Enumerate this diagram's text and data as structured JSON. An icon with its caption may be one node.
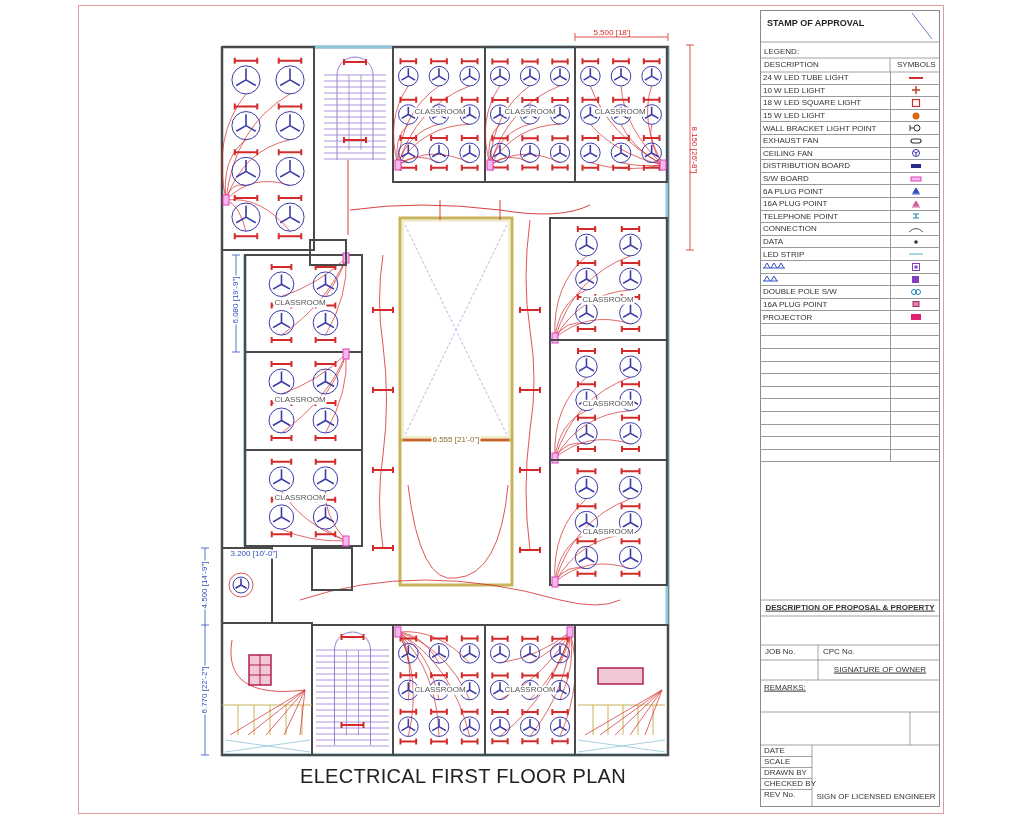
{
  "diagram": {
    "title": "ELECTRICAL FIRST FLOOR PLAN",
    "labels": [
      "STAMP OF APPROVAL",
      "LEGEND:",
      "DESCRIPTION",
      "SYMBOLS",
      "5.500 [18']",
      "8.150 [26'-8\"]",
      "CLASSROOM",
      "CLASSROOM",
      "CLASSROOM",
      "6.080 [19'-9\"]",
      "CLASSROOM",
      "CLASSROOM",
      "CLASSROOM",
      "CLASSROOM",
      "CLASSROOM",
      "6.555 [21'-0\"]",
      "CLASSROOM",
      "3.200 [10'-0\"]",
      "4.500 [14'-9\"]",
      "6.770 [22'-2\"]",
      "CLASSROOM",
      "CLASSROOM",
      "DESCRIPTION OF PROPOSAL & PROPERTY",
      "JOB No.",
      "CPC No.",
      "SIGNATURE OF OWNER",
      "REMARKS:",
      "DATE",
      "SCALE",
      "DRAWN BY",
      "CHECKED BY",
      "REV No.",
      "SIGN OF LICENSED ENGINEER"
    ],
    "legend": [
      {
        "text": "24 W LED TUBE LIGHT"
      },
      {
        "text": "10 W LED LIGHT"
      },
      {
        "text": "18 W LED SQUARE LIGHT"
      },
      {
        "text": "15 W LED LIGHT"
      },
      {
        "text": "WALL BRACKET LIGHT POINT"
      },
      {
        "text": "EXHAUST FAN"
      },
      {
        "text": "CEILING FAN"
      },
      {
        "text": "DISTRIBUTION BOARD"
      },
      {
        "text": "S/W BOARD"
      },
      {
        "text": "6A PLUG POINT"
      },
      {
        "text": "16A PLUG POINT"
      },
      {
        "text": "TELEPHONE POINT"
      },
      {
        "text": "CONNECTION"
      },
      {
        "text": "DATA"
      },
      {
        "text": "LED STRIP"
      },
      {
        "text": "DOUBLE POLE S/W"
      },
      {
        "text": "16A PLUG POINT"
      },
      {
        "text": "PROJECTOR"
      }
    ]
  }
}
